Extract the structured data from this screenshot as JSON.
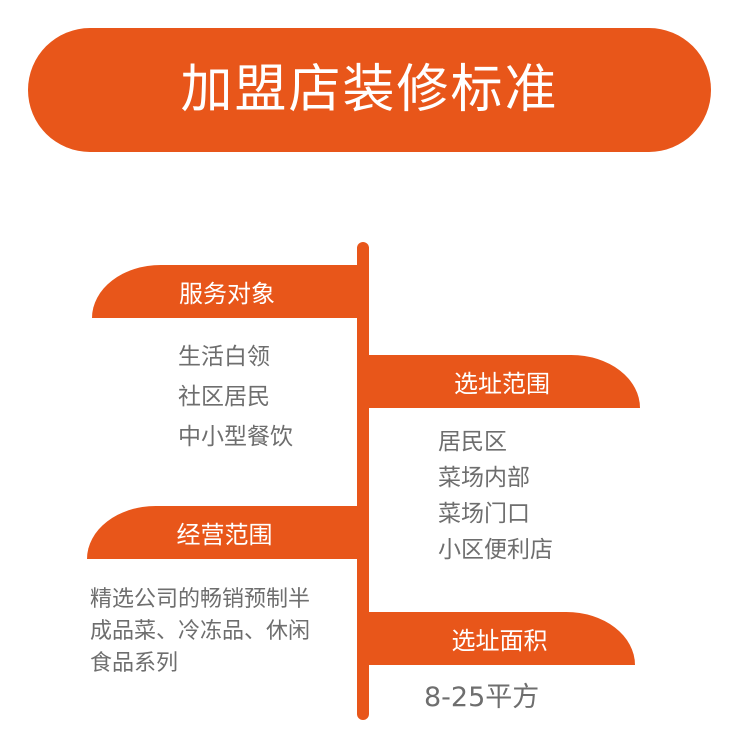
{
  "title": "加盟店装修标准",
  "colors": {
    "accent": "#e8561a",
    "text": "#6e6e6e",
    "background": "#ffffff"
  },
  "sections": {
    "service_target": {
      "label": "服务对象",
      "items": [
        "生活白领",
        "社区居民",
        "中小型餐饮"
      ]
    },
    "location_scope": {
      "label": "选址范围",
      "items": [
        "居民区",
        "菜场内部",
        "菜场门口",
        "小区便利店"
      ]
    },
    "business_scope": {
      "label": "经营范围",
      "lines": [
        "精选公司的畅销预制半",
        "成品菜、冷冻品、休闲",
        "食品系列"
      ]
    },
    "site_area": {
      "label": "选址面积",
      "value": "8-25平方"
    }
  }
}
